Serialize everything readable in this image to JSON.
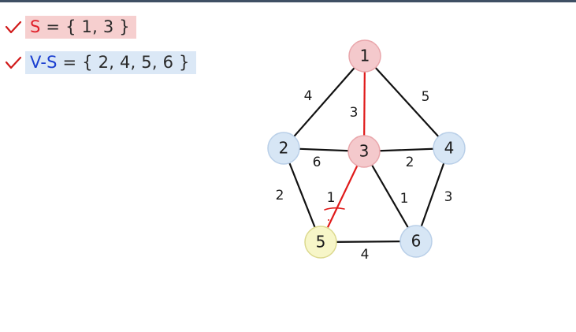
{
  "colors": {
    "background": "#ffffff",
    "check": "#d11a1a",
    "set_s_bg": "#f6cfcf",
    "set_vs_bg": "#dbe8f6",
    "set_s_name": "#e0202a",
    "set_vs_name": "#1b3fd0",
    "edge_default": "#111111",
    "edge_selected": "#e01a1a",
    "node_in_s": "#f4c9cc",
    "node_in_vs": "#d7e6f5",
    "node_current": "#f7f6c8"
  },
  "sets": {
    "s": {
      "name": "S",
      "rest": " = { 1, 3 }"
    },
    "vs": {
      "name": "V-S",
      "rest": " = { 2, 4, 5, 6 }"
    }
  },
  "graph": {
    "nodes": [
      {
        "id": "1",
        "label": "1",
        "group": "S"
      },
      {
        "id": "2",
        "label": "2",
        "group": "V-S"
      },
      {
        "id": "3",
        "label": "3",
        "group": "S"
      },
      {
        "id": "4",
        "label": "4",
        "group": "V-S"
      },
      {
        "id": "5",
        "label": "5",
        "group": "current"
      },
      {
        "id": "6",
        "label": "6",
        "group": "V-S"
      }
    ],
    "edges": [
      {
        "from": "1",
        "to": "2",
        "weight": "4",
        "selected": false
      },
      {
        "from": "1",
        "to": "3",
        "weight": "3",
        "selected": true
      },
      {
        "from": "1",
        "to": "4",
        "weight": "5",
        "selected": false
      },
      {
        "from": "2",
        "to": "3",
        "weight": "6",
        "selected": false
      },
      {
        "from": "3",
        "to": "4",
        "weight": "2",
        "selected": false
      },
      {
        "from": "2",
        "to": "5",
        "weight": "2",
        "selected": false
      },
      {
        "from": "3",
        "to": "5",
        "weight": "1",
        "selected": true
      },
      {
        "from": "3",
        "to": "6",
        "weight": "1",
        "selected": false
      },
      {
        "from": "4",
        "to": "6",
        "weight": "3",
        "selected": false
      },
      {
        "from": "5",
        "to": "6",
        "weight": "4",
        "selected": false
      }
    ]
  }
}
